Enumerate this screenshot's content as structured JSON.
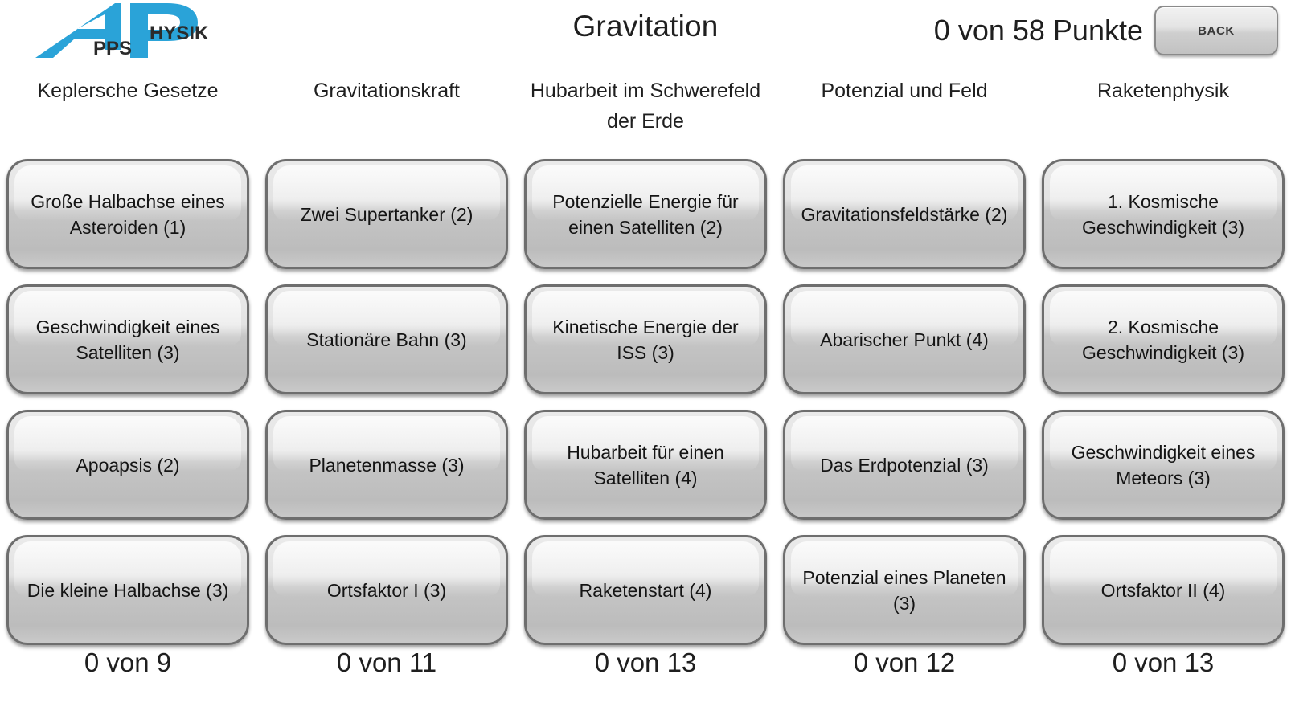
{
  "header": {
    "logo": {
      "name": "appsphysik-logo",
      "mark_letters": "AP",
      "text_apps": "PPS",
      "text_physik": "HYSIK",
      "brand_color": "#2aa3d8"
    },
    "title": "Gravitation",
    "score_text": "0 von 58 Punkte",
    "back_label": "BACK"
  },
  "columns": [
    {
      "header": "Keplersche Gesetze",
      "total": "0 von 9",
      "topics": [
        "Große Halbachse eines Asteroiden (1)",
        "Geschwindigkeit eines Satelliten (3)",
        "Apoapsis (2)",
        "Die kleine Halbachse (3)"
      ]
    },
    {
      "header": "Gravitationskraft",
      "total": "0 von 11",
      "topics": [
        "Zwei Supertanker (2)",
        "Stationäre Bahn (3)",
        "Planetenmasse (3)",
        "Ortsfaktor I (3)"
      ]
    },
    {
      "header": "Hubarbeit im Schwerefeld der Erde",
      "total": "0 von 13",
      "topics": [
        "Potenzielle Energie für einen Satelliten (2)",
        "Kinetische Energie der ISS (3)",
        "Hubarbeit für einen Satelliten (4)",
        "Raketenstart (4)"
      ]
    },
    {
      "header": "Potenzial und Feld",
      "total": "0 von 12",
      "topics": [
        "Gravitationsfeldstärke (2)",
        "Abarischer Punkt (4)",
        "Das Erdpotenzial (3)",
        "Potenzial eines Planeten (3)"
      ]
    },
    {
      "header": "Raketenphysik",
      "total": "0 von 13",
      "topics": [
        "1. Kosmische Geschwindigkeit (3)",
        "2. Kosmische Geschwindigkeit (3)",
        "Geschwindigkeit eines Meteors (3)",
        "Ortsfaktor II (4)"
      ]
    }
  ]
}
